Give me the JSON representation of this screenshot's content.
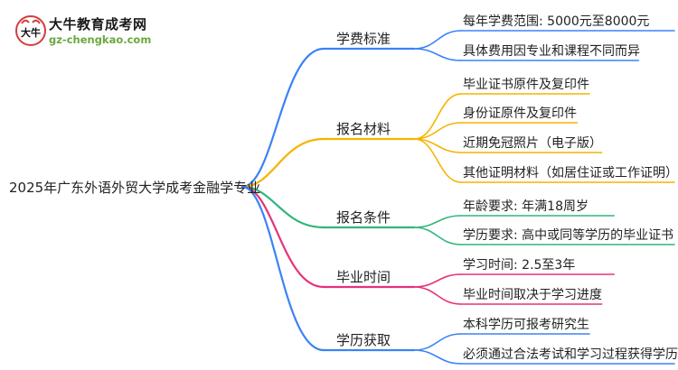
{
  "logo": {
    "title": "大牛教育成考网",
    "url": "gz-chengkao.com",
    "mark": "大牛"
  },
  "root": "2025年广东外语外贸大学成考金融学专业",
  "branches": [
    {
      "label": "学费标准",
      "color": "#3b82f6",
      "leaves": [
        "每年学费范围: 5000元至8000元",
        "具体费用因专业和课程不同而异"
      ]
    },
    {
      "label": "报名材料",
      "color": "#f5b400",
      "leaves": [
        "毕业证书原件及复印件",
        "身份证原件及复印件",
        "近期免冠照片（电子版）",
        "其他证明材料（如居住证或工作证明）"
      ]
    },
    {
      "label": "报名条件",
      "color": "#2fb67c",
      "leaves": [
        "年龄要求: 年满18周岁",
        "学历要求: 高中或同等学历的毕业证书"
      ]
    },
    {
      "label": "毕业时间",
      "color": "#e5337a",
      "leaves": [
        "学习时间: 2.5至3年",
        "毕业时间取决于学习进度"
      ]
    },
    {
      "label": "学历获取",
      "color": "#3b82f6",
      "leaves": [
        "本科学历可报考研究生",
        "必须通过合法考试和学习过程获得学历"
      ]
    }
  ]
}
